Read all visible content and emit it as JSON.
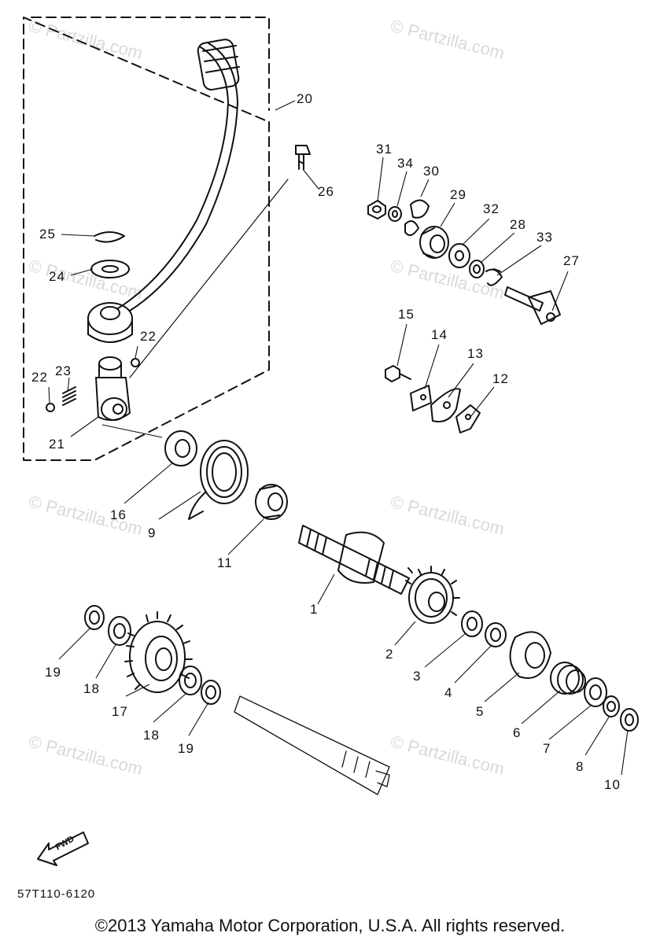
{
  "watermarks": [
    "© Partzilla.com",
    "© Partzilla.com",
    "© Partzilla.com",
    "© Partzilla.com",
    "© Partzilla.com",
    "© Partzilla.com",
    "© Partzilla.com",
    "© Partzilla.com"
  ],
  "labels": {
    "p1": "1",
    "p2": "2",
    "p3": "3",
    "p4": "4",
    "p5": "5",
    "p6": "6",
    "p7": "7",
    "p8": "8",
    "p9": "9",
    "p10": "10",
    "p11": "11",
    "p12": "12",
    "p13": "13",
    "p14": "14",
    "p15": "15",
    "p16": "16",
    "p17": "17",
    "p18a": "18",
    "p18b": "18",
    "p19a": "19",
    "p19b": "19",
    "p20": "20",
    "p21": "21",
    "p22a": "22",
    "p22b": "22",
    "p23": "23",
    "p24": "24",
    "p25": "25",
    "p26": "26",
    "p27": "27",
    "p28": "28",
    "p29": "29",
    "p30": "30",
    "p31": "31",
    "p32": "32",
    "p33": "33",
    "p34": "34"
  },
  "fwd": "FWD",
  "diagram_code": "57T110-6120",
  "copyright": "©2013  Yamaha Motor Corporation, U.S.A. All rights reserved."
}
